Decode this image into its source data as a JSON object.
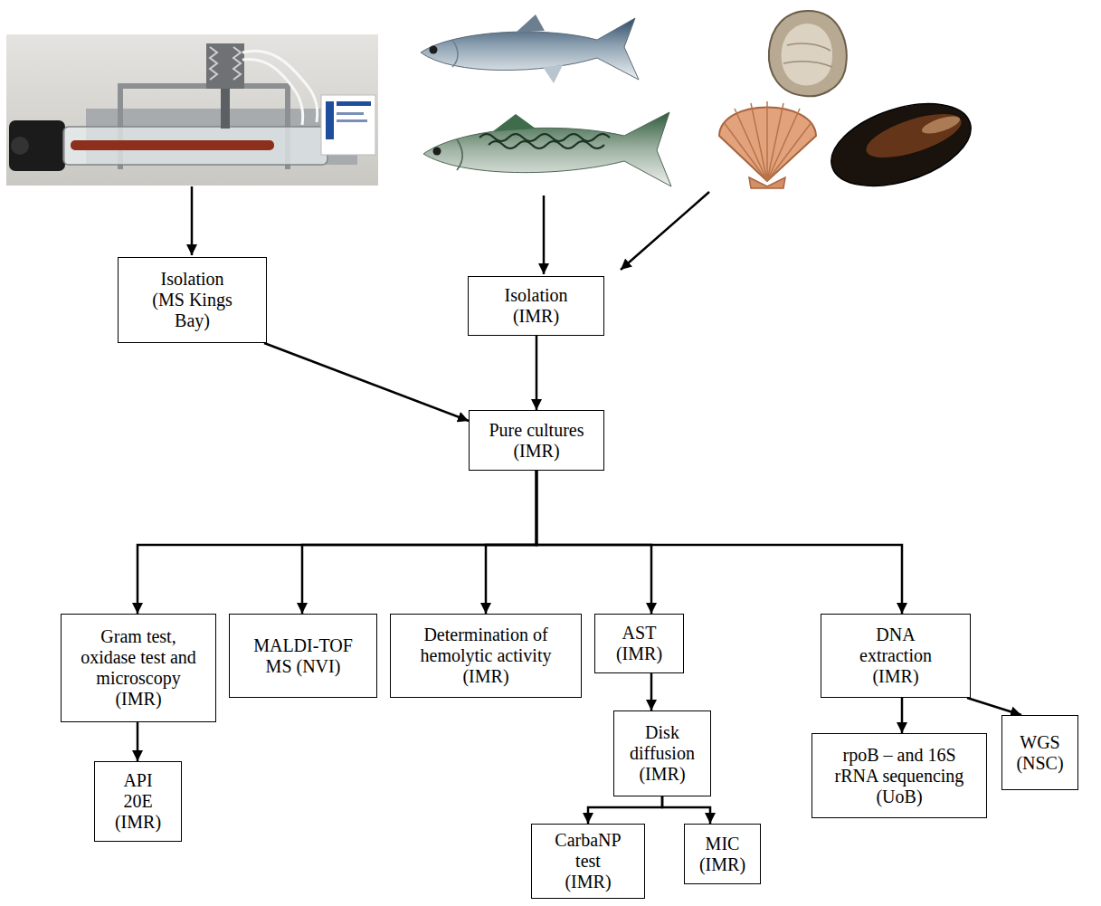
{
  "diagram": {
    "nodes": [
      {
        "text": [
          "Isolation (MS Kings Bay)"
        ]
      },
      {
        "text": [
          "Isolation (IMR)"
        ]
      },
      {
        "text": [
          "Pure cultures (IMR)"
        ]
      },
      {
        "text": [
          "Gram test, oxidase test and microscopy (IMR)"
        ]
      },
      {
        "text": [
          "MALDI-TOF MS (NVI)"
        ]
      },
      {
        "text": [
          "Determination of hemolytic activity (IMR)"
        ]
      },
      {
        "text": [
          "AST (IMR)"
        ]
      },
      {
        "text": [
          "DNA extraction (IMR)"
        ]
      },
      {
        "text": [
          "API 20E (IMR)"
        ]
      },
      {
        "text": [
          "Disk diffusion (IMR)"
        ]
      },
      {
        "text": [
          "CarbaNP test (IMR)"
        ]
      },
      {
        "text": [
          "MIC (IMR)"
        ]
      },
      {
        "text": [
          "rpoB – and 16S rRNA sequencing (UoB)"
        ]
      },
      {
        "text": [
          "WGS (NSC)"
        ]
      }
    ],
    "edges": [
      {
        "from": 0,
        "to": 2,
        "arrow": "to"
      },
      {
        "from": 1,
        "to": 2,
        "arrow": "to"
      },
      {
        "from": 2,
        "to": 3,
        "arrow": "to"
      },
      {
        "from": 2,
        "to": 4,
        "arrow": "to"
      },
      {
        "from": 2,
        "to": 5,
        "arrow": "to"
      },
      {
        "from": 2,
        "to": 6,
        "arrow": "to"
      },
      {
        "from": 2,
        "to": 7,
        "arrow": "to"
      },
      {
        "from": 3,
        "to": 8,
        "arrow": "to"
      },
      {
        "from": 6,
        "to": 9,
        "arrow": "to"
      },
      {
        "from": 9,
        "to": 10,
        "arrow": "to"
      },
      {
        "from": 9,
        "to": 11,
        "arrow": "to"
      },
      {
        "from": 7,
        "to": 12,
        "arrow": "to"
      },
      {
        "from": 7,
        "to": 13,
        "arrow": "to"
      }
    ]
  }
}
